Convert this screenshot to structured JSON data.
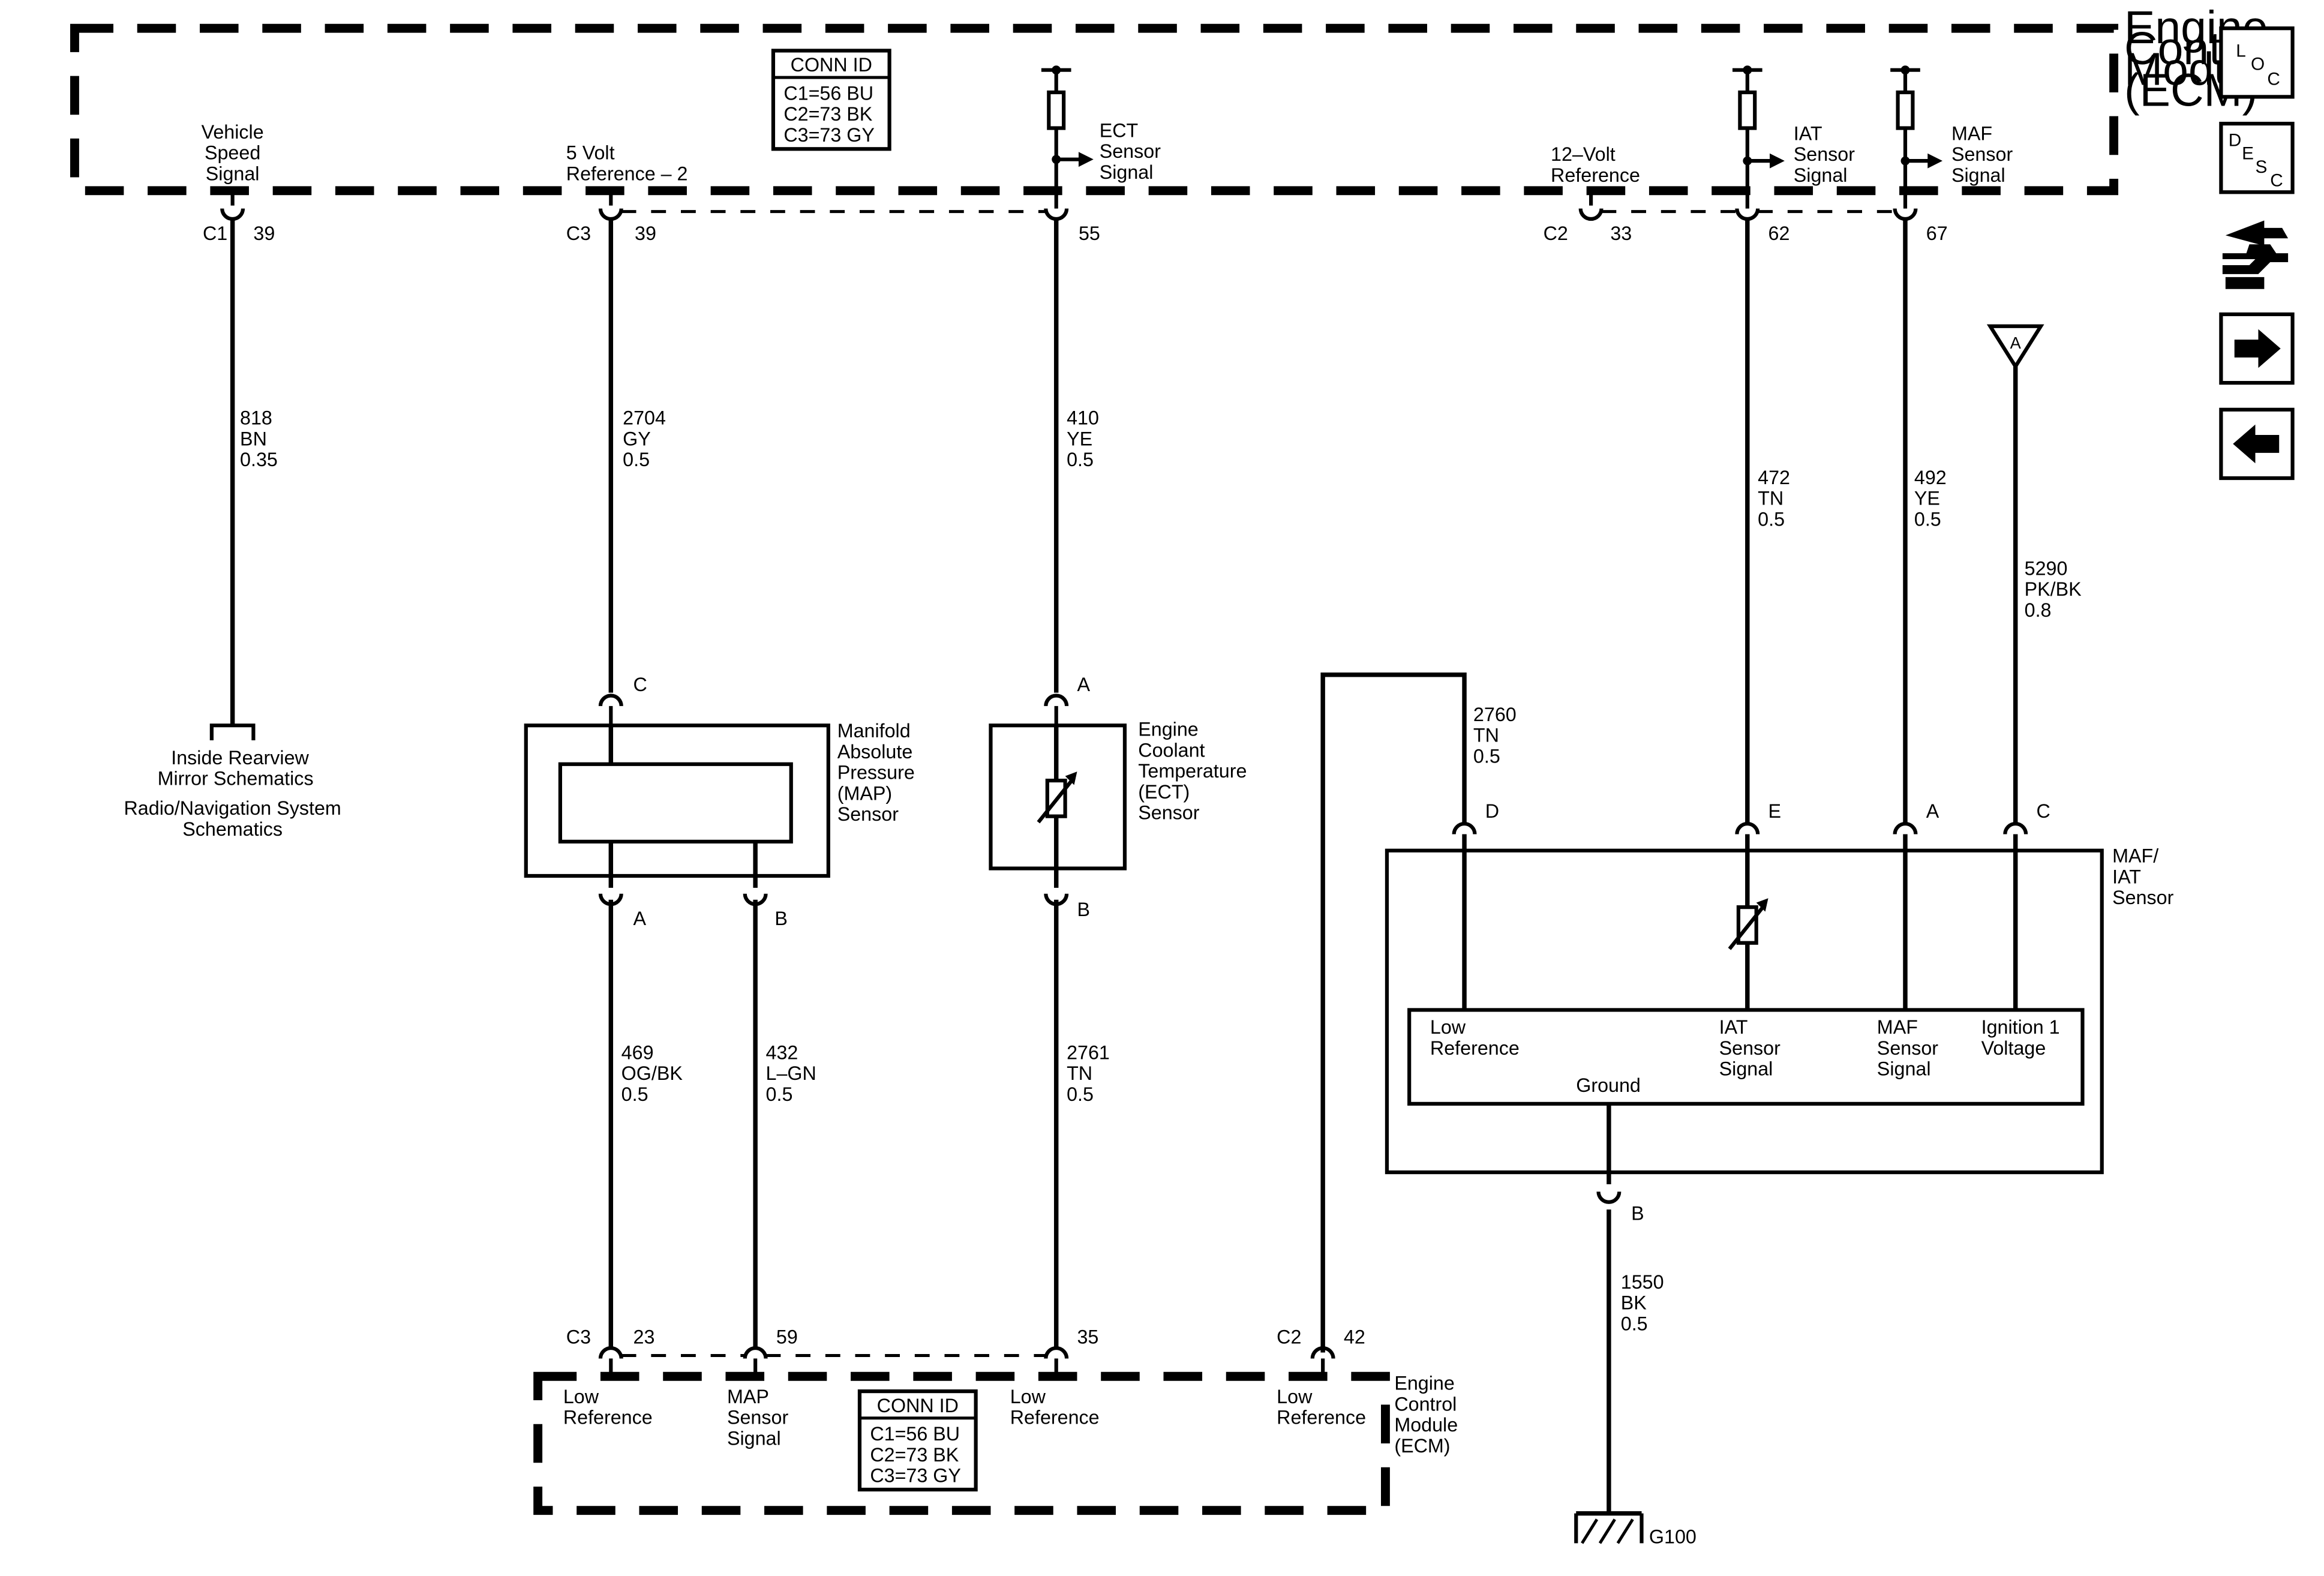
{
  "ecm_top": {
    "label": [
      "Engine",
      "Control",
      "Module",
      "(ECM)"
    ],
    "conn_id": {
      "title": "CONN ID",
      "lines": [
        "C1=56 BU",
        "C2=73 BK",
        "C3=73 GY"
      ]
    },
    "signals": {
      "vehicle_speed": [
        "Vehicle",
        "Speed",
        "Signal"
      ],
      "five_volt_ref": [
        "5 Volt",
        "Reference – 2"
      ],
      "ect_sensor": [
        "ECT",
        "Sensor",
        "Signal"
      ],
      "twelve_volt_ref": [
        "12–Volt",
        "Reference"
      ],
      "iat_sensor": [
        "IAT",
        "Sensor",
        "Signal"
      ],
      "maf_sensor": [
        "MAF",
        "Sensor",
        "Signal"
      ]
    },
    "pins": {
      "vss": {
        "conn": "C1",
        "pin": "39"
      },
      "ref5v": {
        "conn": "C3",
        "pin": "39"
      },
      "ect": {
        "pin": "55"
      },
      "ref12v": {
        "conn": "C2",
        "pin": "33"
      },
      "iat": {
        "pin": "62"
      },
      "maf": {
        "pin": "67"
      }
    }
  },
  "ecm_bottom": {
    "label": [
      "Engine",
      "Control",
      "Module",
      "(ECM)"
    ],
    "conn_id": {
      "title": "CONN ID",
      "lines": [
        "C1=56 BU",
        "C2=73 BK",
        "C3=73 GY"
      ]
    },
    "signals": {
      "low_ref_1": [
        "Low",
        "Reference"
      ],
      "map_sensor": [
        "MAP",
        "Sensor",
        "Signal"
      ],
      "low_ref_2": [
        "Low",
        "Reference"
      ],
      "low_ref_3": [
        "Low",
        "Reference"
      ]
    },
    "pins": {
      "lr1": {
        "conn": "C3",
        "pin": "23"
      },
      "map": {
        "pin": "59"
      },
      "lr2": {
        "pin": "35"
      },
      "lr3": {
        "conn": "C2",
        "pin": "42"
      }
    }
  },
  "wires": {
    "w818": [
      "818",
      "BN",
      "0.35"
    ],
    "w2704": [
      "2704",
      "GY",
      "0.5"
    ],
    "w410": [
      "410",
      "YE",
      "0.5"
    ],
    "w472": [
      "472",
      "TN",
      "0.5"
    ],
    "w492": [
      "492",
      "YE",
      "0.5"
    ],
    "w5290": [
      "5290",
      "PK/BK",
      "0.8"
    ],
    "w2760": [
      "2760",
      "TN",
      "0.5"
    ],
    "w469": [
      "469",
      "OG/BK",
      "0.5"
    ],
    "w432": [
      "432",
      "L–GN",
      "0.5"
    ],
    "w2761": [
      "2761",
      "TN",
      "0.5"
    ],
    "w1550": [
      "1550",
      "BK",
      "0.5"
    ]
  },
  "references": {
    "mirror": [
      "Inside Rearview",
      "Mirror Schematics"
    ],
    "radio": [
      "Radio/Navigation System",
      "Schematics"
    ]
  },
  "map_sensor": {
    "label": [
      "Manifold",
      "Absolute",
      "Pressure",
      "(MAP)",
      "Sensor"
    ],
    "pins": {
      "c": "C",
      "a": "A",
      "b": "B"
    }
  },
  "ect_sensor_component": {
    "label": [
      "Engine",
      "Coolant",
      "Temperature",
      "(ECT)",
      "Sensor"
    ],
    "pins": {
      "a": "A",
      "b": "B"
    }
  },
  "maf_iat_sensor": {
    "label": [
      "MAF/",
      "IAT",
      "Sensor"
    ],
    "pins": {
      "d": "D",
      "e": "E",
      "a": "A",
      "c": "C",
      "b": "B"
    },
    "inner": {
      "low_ref": [
        "Low",
        "Reference"
      ],
      "iat": [
        "IAT",
        "Sensor",
        "Signal"
      ],
      "maf": [
        "MAF",
        "Sensor",
        "Signal"
      ],
      "ign": [
        "Ignition 1",
        "Voltage"
      ],
      "ground": "Ground"
    }
  },
  "fuse_ref": {
    "label": "A"
  },
  "ground": {
    "label": "G100"
  },
  "nav": {
    "loc": [
      "L",
      "O",
      "C"
    ],
    "desc": [
      "D",
      "E",
      "S",
      "C"
    ],
    "icons": [
      "connector-icon",
      "forward-arrow-icon",
      "back-arrow-icon"
    ]
  }
}
